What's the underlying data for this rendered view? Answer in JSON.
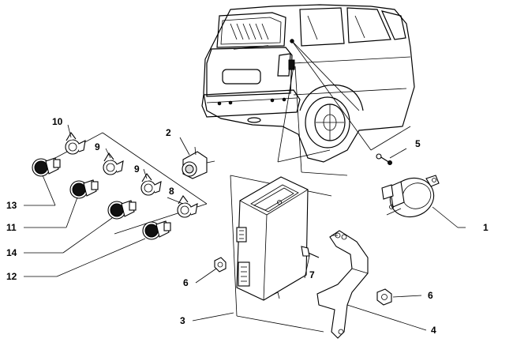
{
  "callouts": {
    "c1": "1",
    "c2": "2",
    "c3": "3",
    "c4": "4",
    "c5": "5",
    "c6a": "6",
    "c6b": "6",
    "c7": "7",
    "c8": "8",
    "c9a": "9",
    "c9b": "9",
    "c10": "10",
    "c11": "11",
    "c12": "12",
    "c13": "13",
    "c14": "14"
  }
}
